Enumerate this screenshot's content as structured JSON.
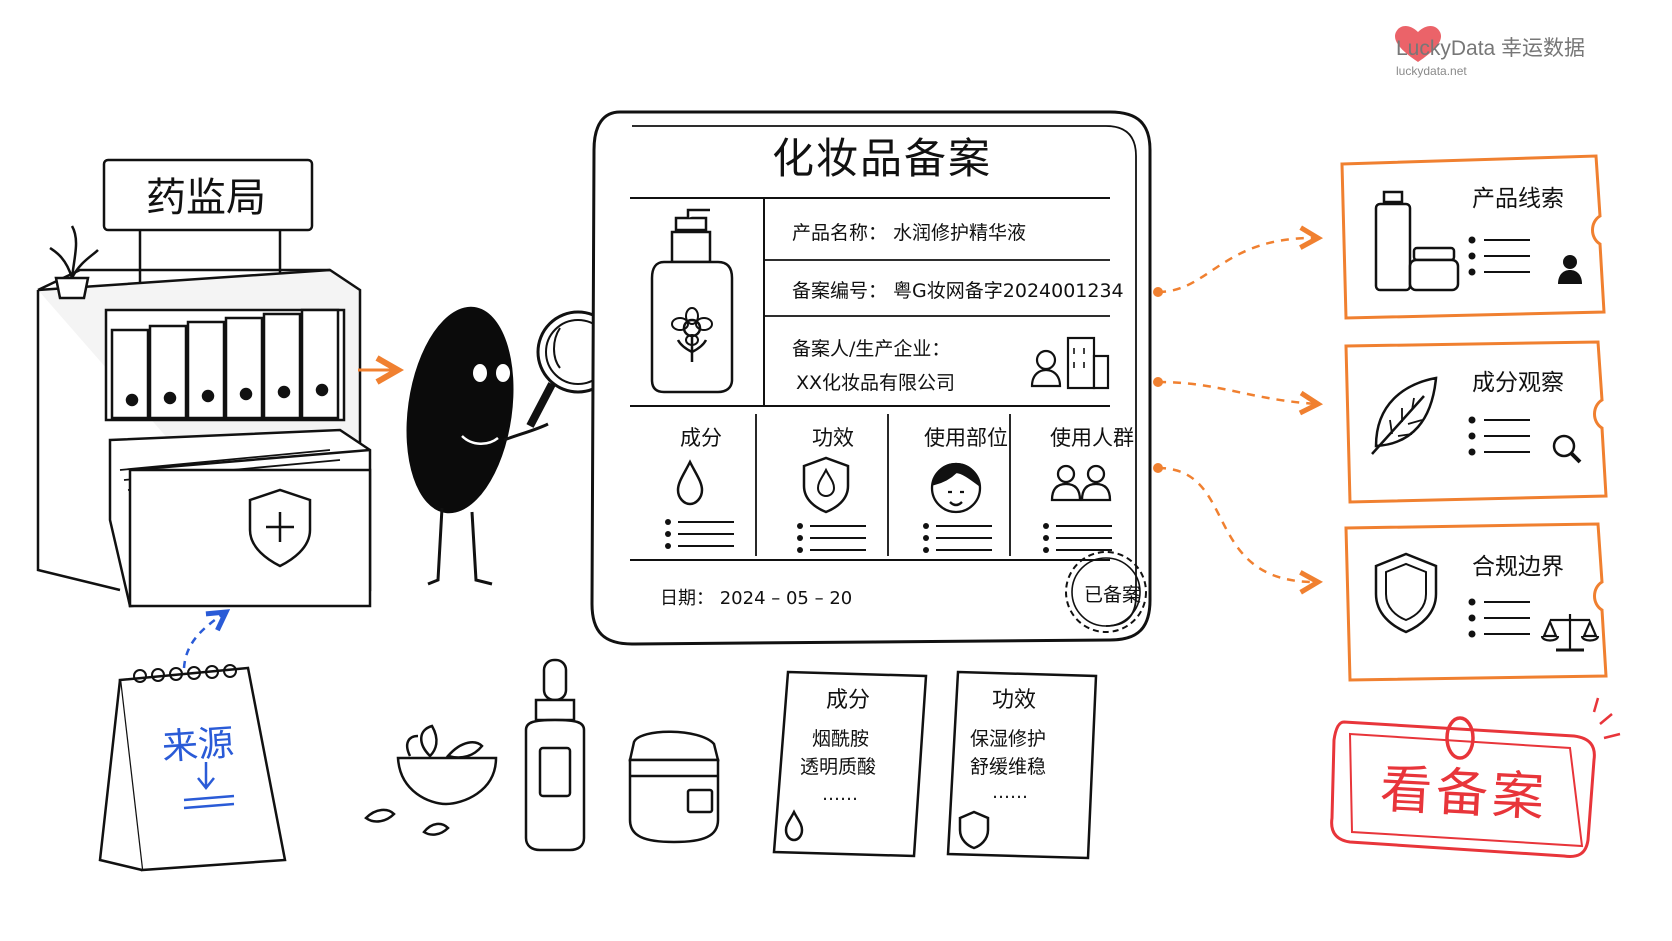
{
  "brand": {
    "name": "LuckyData 幸运数据",
    "url": "luckydata.net",
    "accent": "#e8484f"
  },
  "agency_sign": "药监局",
  "calendar_label": "来源",
  "document": {
    "title": "化妆品备案",
    "product_name": "产品名称： 水润修护精华液",
    "record_no": "备案编号： 粤G妆网备字2024001234",
    "applicant_label": "备案人/生产企业：",
    "applicant_value": "XX化妆品有限公司",
    "columns": [
      "成分",
      "功效",
      "使用部位",
      "使用人群"
    ],
    "date": "日期： 2024 – 05 – 20",
    "stamp": "已备案"
  },
  "cards": [
    {
      "title": "成分",
      "line1": "烟酰胺",
      "line2": "透明质酸",
      "more": "……"
    },
    {
      "title": "功效",
      "line1": "保湿修护",
      "line2": "舒缓维稳",
      "more": "……"
    }
  ],
  "insights": [
    {
      "title": "产品线索",
      "icon": "person-icon"
    },
    {
      "title": "成分观察",
      "icon": "magnifier-icon"
    },
    {
      "title": "合规边界",
      "icon": "scale-icon"
    }
  ],
  "action_tag": "看备案",
  "colors": {
    "orange": "#f08030",
    "blue": "#2a5bd7",
    "red": "#e8353a",
    "ink": "#111111"
  }
}
